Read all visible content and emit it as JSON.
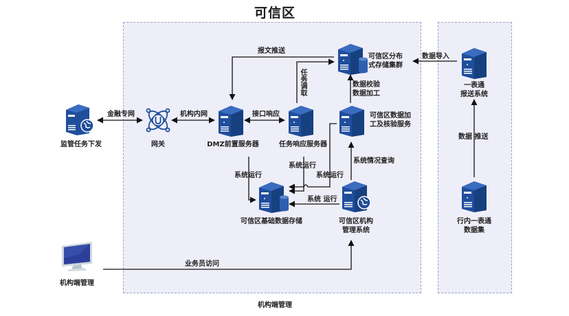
{
  "title": "可信区",
  "zones": {
    "trusted": "可信区",
    "bottom_caption": "机构端管理"
  },
  "nodes": {
    "regulator": {
      "label": "监管任务下发",
      "icon": "server-globe-icon"
    },
    "gateway": {
      "label": "网关",
      "icon": "gateway-icon"
    },
    "dmz": {
      "label": "DMZ前置服务器",
      "icon": "server-icon"
    },
    "task_server": {
      "label": "任务响应服务器",
      "icon": "server-icon"
    },
    "distributed_storage": {
      "label_line1": "可信区分布",
      "label_line2": "式存储集群",
      "icon": "server-db-icon"
    },
    "data_processing": {
      "label_line1": "可信区数据加",
      "label_line2": "工及核验服务",
      "icon": "server-icon"
    },
    "basic_storage": {
      "label": "可信区基础数据存储",
      "icon": "server-db-icon"
    },
    "mgmt_system": {
      "label_line1": "可信区机构",
      "label_line2": "管理系统",
      "icon": "server-globe-icon"
    },
    "report_system": {
      "label_line1": "一表通",
      "label_line2": "报送系统",
      "icon": "server-icon"
    },
    "bank_dataset": {
      "label_line1": "行内一表通",
      "label_line2": "数据集",
      "icon": "server-icon"
    },
    "terminal": {
      "label": "机构端管理",
      "icon": "monitor-icon"
    }
  },
  "edges": {
    "finance_net": "金融专网",
    "inner_net": "机构内网",
    "interface_resp": "接口响应",
    "report_push": "报文推送",
    "task_fetch": "任务调取",
    "verify_line1": "数据校验",
    "verify_line2": "数据加工",
    "data_import": "数据导入",
    "data_push": "数据 推送",
    "sys_run_1": "系统运行",
    "sys_run_2": "系统运行",
    "sys_run_3": "系统运行",
    "sys_run_4": "系统 运行",
    "status_query": "系统情况查询",
    "staff_access": "业务员访问"
  },
  "colors": {
    "server_blue": "#1f4e9c",
    "zone_fill": "#eeeef8",
    "zone_border": "#9aa3c4",
    "wire": "#111111"
  }
}
